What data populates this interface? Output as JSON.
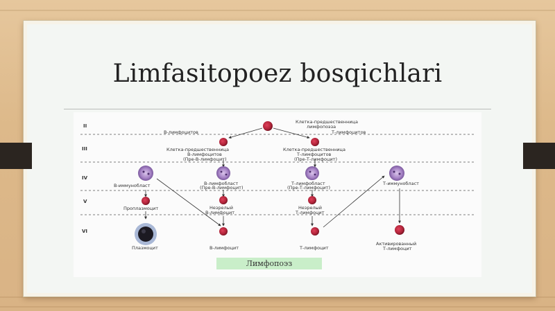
{
  "slide": {
    "title": "Limfasitopoez bosqichlari"
  },
  "diagram": {
    "stages": [
      "II",
      "III",
      "IV",
      "V",
      "VI"
    ],
    "labels": {
      "precursor": "Клетка-предшественница лимфопоэза",
      "b_lymphopoietin": "В-лимфоцитов",
      "t_lymphopoietin": "Т-лимфоцитов",
      "pre_b": "Клетка-предшественница В-лимфоцитов (Пре-В-лимфоцит)",
      "pre_t": "Клетка-предшественница Т-лимфоцитов (Пре-Т-лимфоцит)",
      "b_immunoblast": "В-иммунобласт",
      "b_lymphoblast": "В-лимфобласт (Пре-В-лимфоцит)",
      "t_lymphoblast": "Т-лимфобласт (Пре-Т-лимфоцит)",
      "t_immunoblast": "Т-иммунобласт",
      "proplasmocyte": "Проплазмоцит",
      "immature_b": "Незрелый В-лимфоцит",
      "immature_t": "Незрелый Т-лимфоцит",
      "plasmocyte": "Плазмоцит",
      "b_lymphocyte": "В-лимфоцит",
      "t_lymphocyte": "Т-лимфоцит",
      "activated_t": "Активированный Т-лимфоцит"
    },
    "footer": "Лимфопоэз"
  },
  "colors": {
    "cell_red": "#b0243a",
    "blast_violet": "#7d5a9e",
    "footer_green": "#c9eec9"
  }
}
